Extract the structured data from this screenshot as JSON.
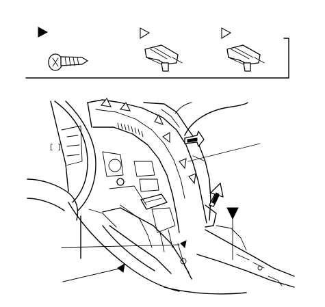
{
  "legend": {
    "items": [
      {
        "marker": "solid-triangle",
        "part": "screw-icon"
      },
      {
        "marker": "hollow-triangle",
        "part": "clip-icon"
      },
      {
        "marker": "hollow-triangle",
        "part": "clip-icon"
      }
    ]
  },
  "colors": {
    "line": "#000000",
    "background": "#ffffff"
  }
}
